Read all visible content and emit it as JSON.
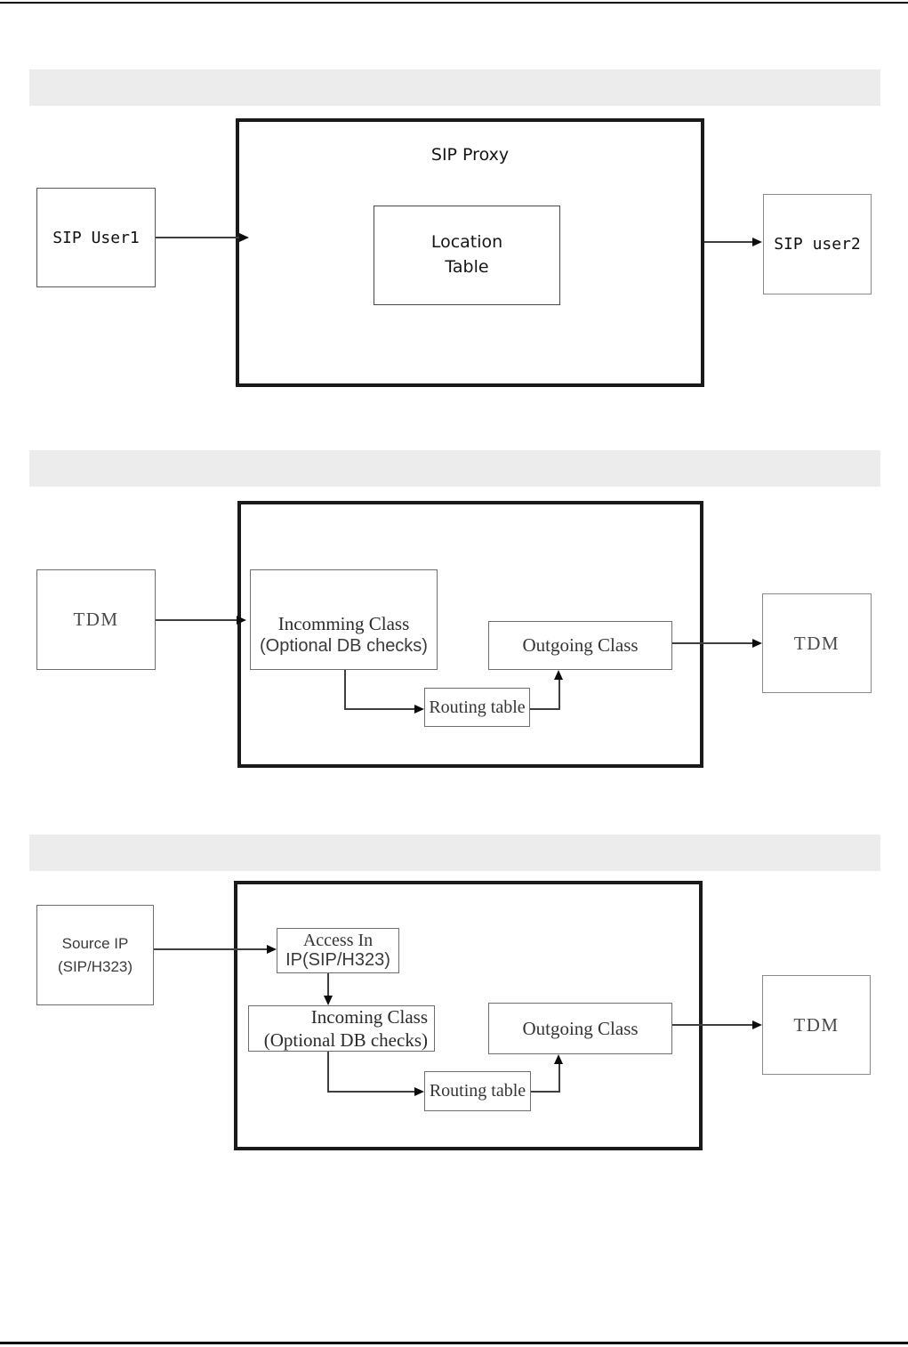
{
  "colors": {
    "section_bar": "#ececec",
    "outer_border": "#1a1a1a",
    "inner_border": "#6e6e6e",
    "rule": "#000000"
  },
  "diagram1": {
    "title": "SIP Proxy",
    "sip_user1": "SIP User1",
    "location_table": "Location\nTable",
    "sip_user2": "SIP user2"
  },
  "diagram2": {
    "tdm_in": "TDM",
    "incoming_class_line1": "Incomming Class",
    "incoming_class_line2": "(Optional DB checks)",
    "routing_table": "Routing table",
    "outgoing_class": "Outgoing Class",
    "tdm_out": "TDM"
  },
  "diagram3": {
    "source_ip": "Source IP\n(SIP/H323)",
    "access_in_line1": "Access In",
    "access_in_line2": "IP(SIP/H323)",
    "incoming_class_line1": "Incoming Class",
    "incoming_class_line2": "(Optional DB checks)",
    "routing_table": "Routing table",
    "outgoing_class": "Outgoing Class",
    "tdm_out": "TDM"
  }
}
